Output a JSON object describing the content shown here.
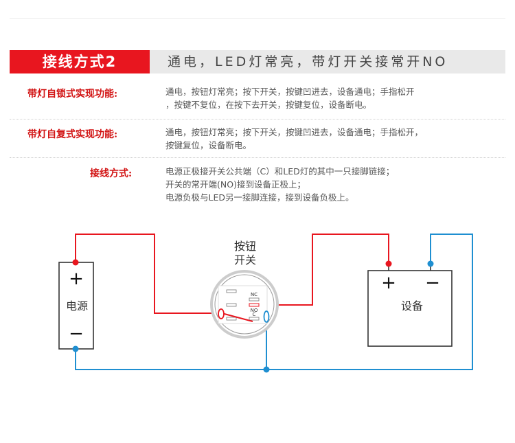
{
  "header": {
    "title": "接线方式2",
    "subtitle": "通电，LED灯常亮，带灯开关接常开NO"
  },
  "sections": [
    {
      "label": "带灯自锁式实现功能:",
      "lines": [
        "通电，按钮灯常亮；按下开关，按键凹进去，设备通电；手指松开",
        "，按键不复位，在按下去开关，按键复位，设备断电。"
      ]
    },
    {
      "label": "带灯自复式实现功能:",
      "lines": [
        "通电，按钮灯常亮；按下开关，按键凹进去，设备通电；手指松开，",
        "按键复位，设备断电。"
      ]
    },
    {
      "label": "接线方式:",
      "lines": [
        "电源正极接开关公共端（C）和LED灯的其中一只接脚链接；",
        "开关的常开端(NO)接到设备正极上；",
        "电源负极与LED另一接脚连接，接到设备负极上。"
      ]
    }
  ],
  "diagram": {
    "power_label": "电源",
    "power_plus": "+",
    "power_minus": "−",
    "switch_label_1": "按钮",
    "switch_label_2": "开关",
    "pin_nc": "NC",
    "pin_no": "NO",
    "pin_c": "C",
    "device_label": "设备",
    "device_plus": "+",
    "device_minus": "−",
    "colors": {
      "positive_wire": "#e8161f",
      "negative_wire": "#1f8fd1",
      "outline": "#333333"
    }
  }
}
